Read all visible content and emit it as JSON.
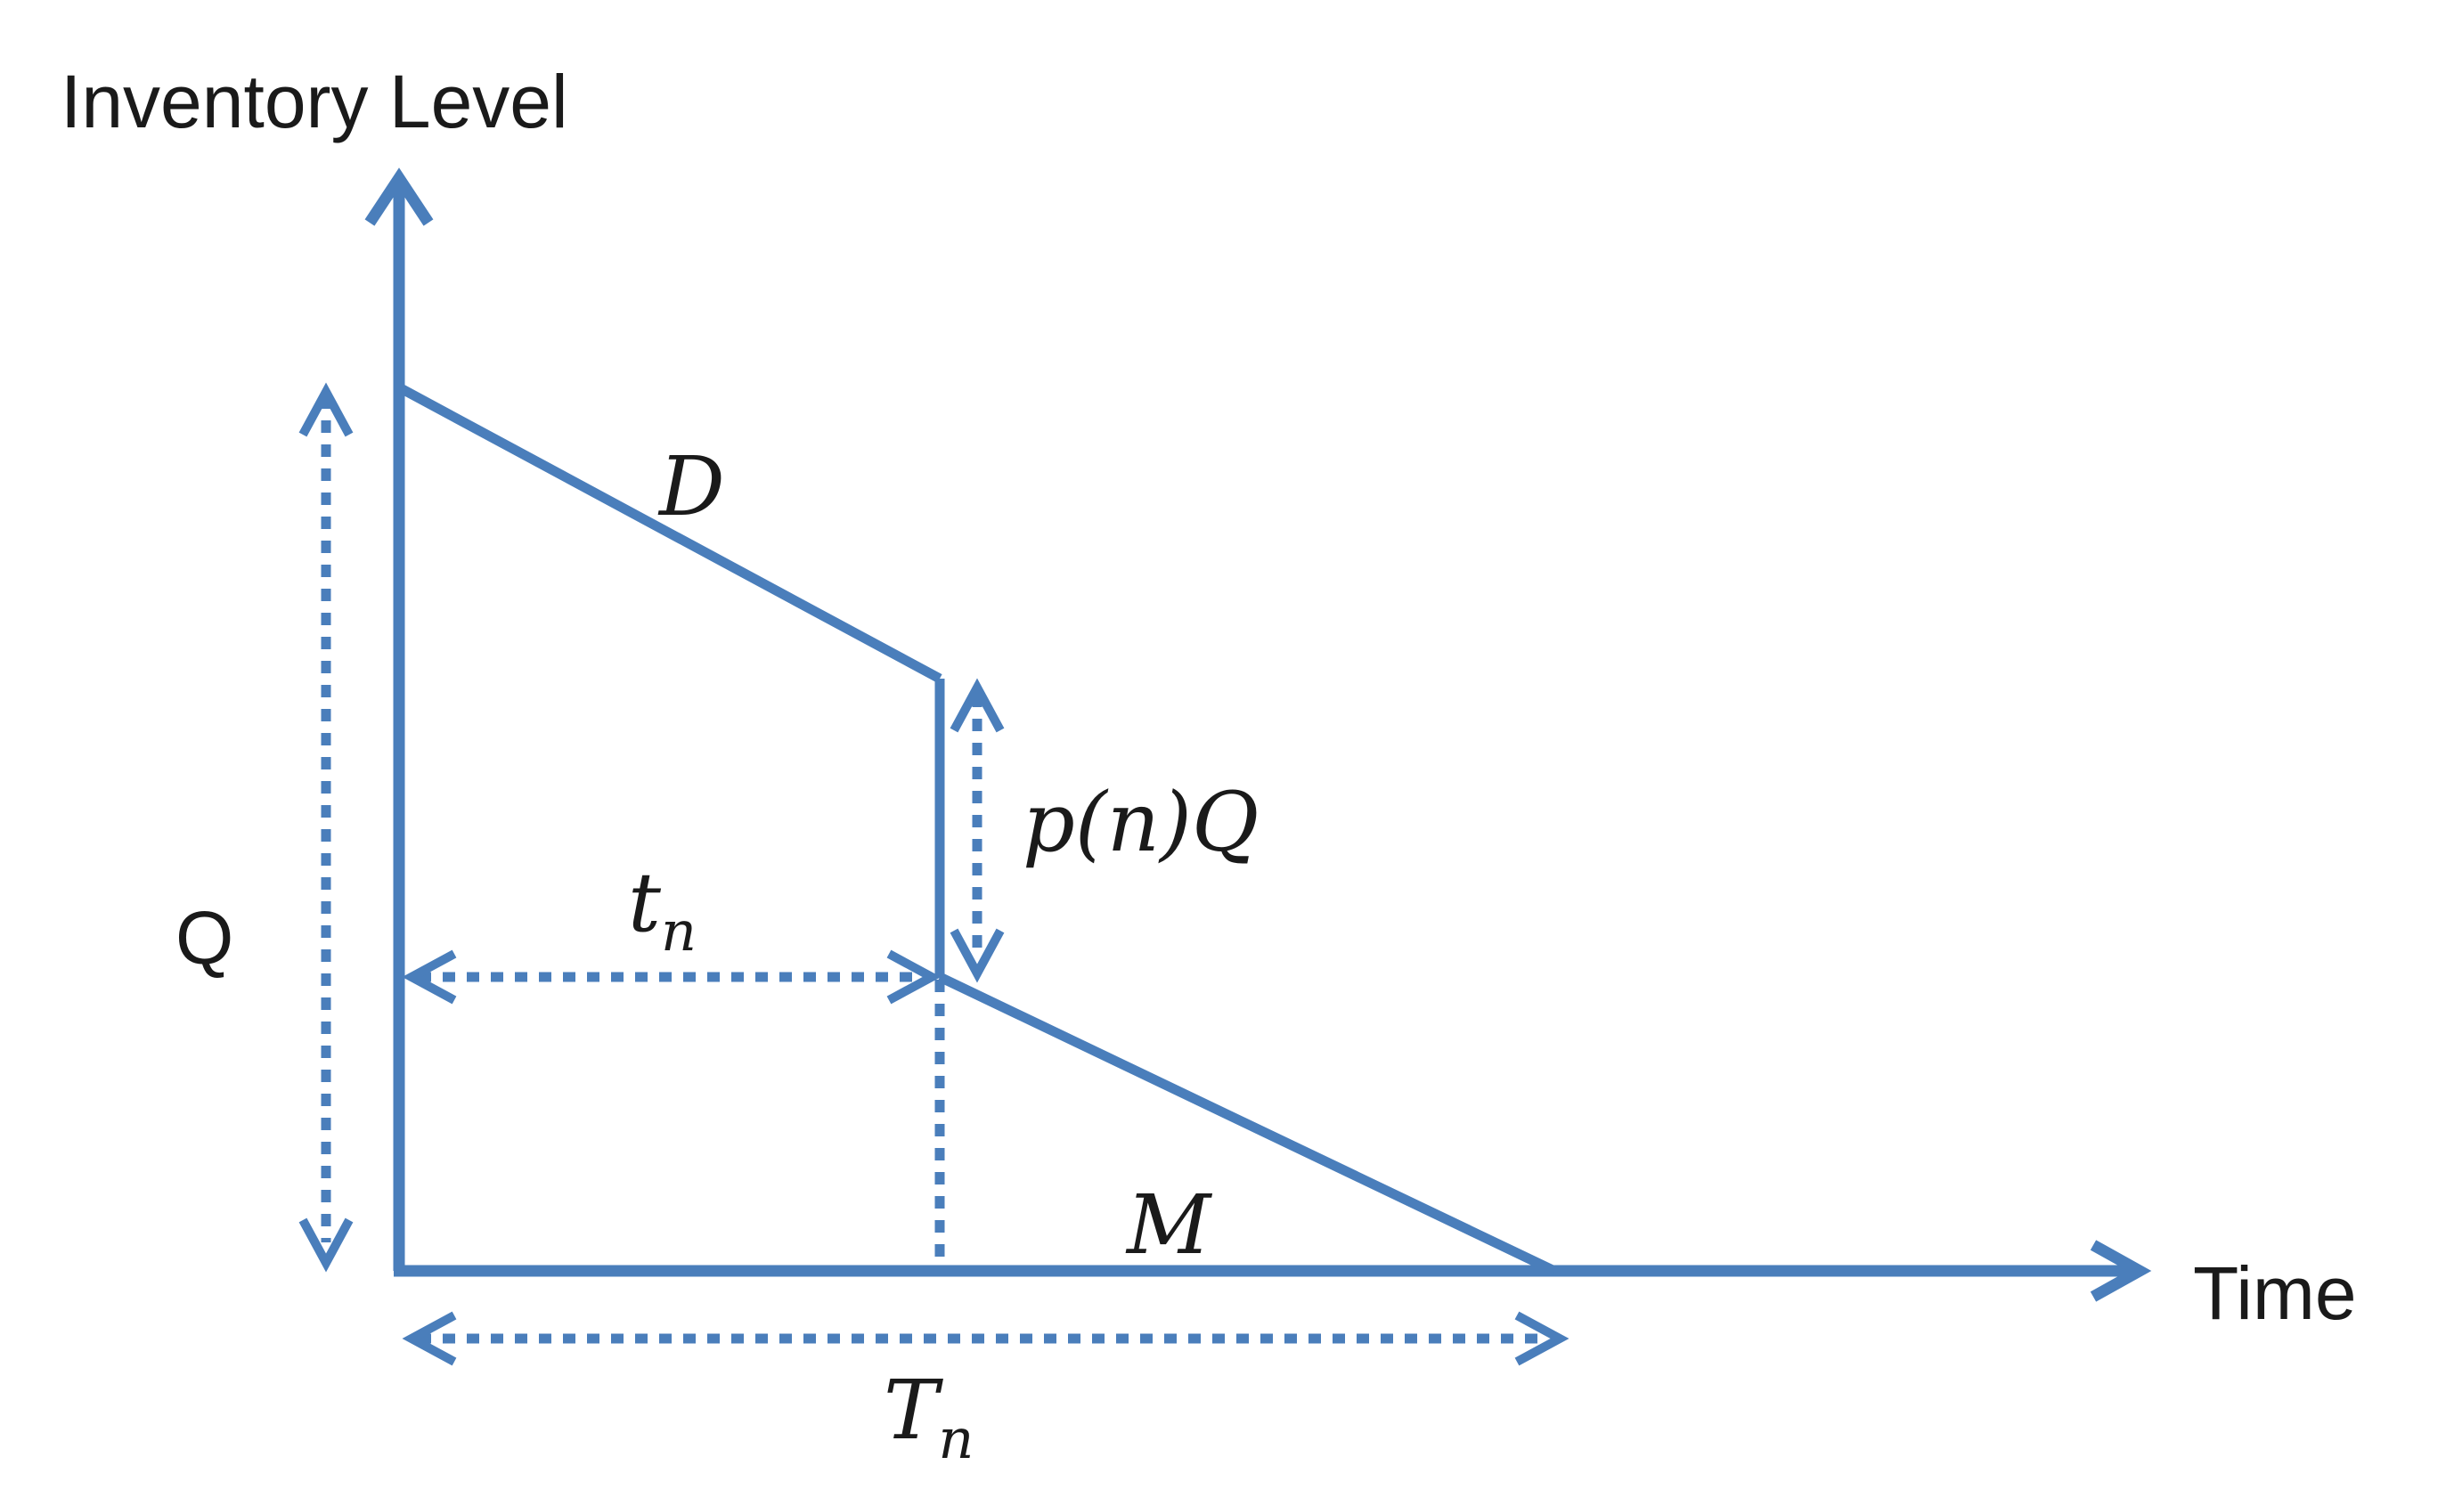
{
  "colors": {
    "line": "#4a7ebb",
    "text": "#1a1a1a"
  },
  "labels": {
    "y_axis": "Inventory Level",
    "x_axis": "Time",
    "demand": "D",
    "pn": "p(n)Q",
    "t_main": "t",
    "t_sub": "n",
    "T_main": "T",
    "T_sub": "n",
    "M": "M",
    "Q": "Q"
  }
}
